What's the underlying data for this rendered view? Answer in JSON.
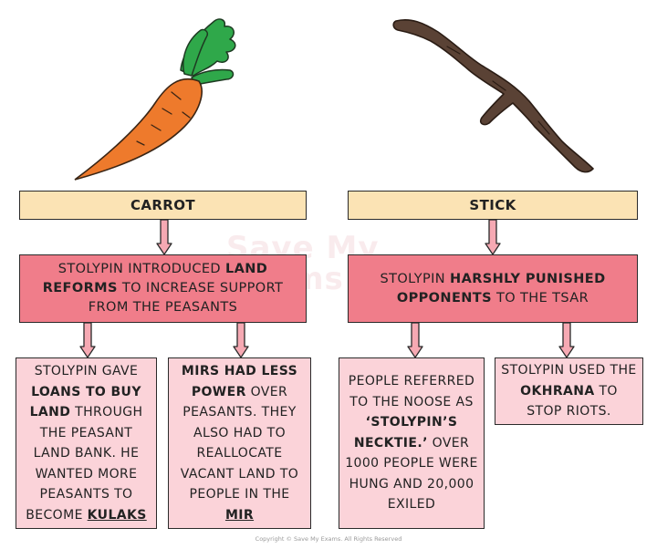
{
  "headers": {
    "left": "CARROT",
    "right": "STICK"
  },
  "carrot_main": {
    "p1": "STOLYPIN INTRODUCED ",
    "b1": "LAND REFORMS",
    "p2": " TO INCREASE SUPPORT FROM THE PEASANTS"
  },
  "stick_main": {
    "p1": "STOLYPIN ",
    "b1": "HARSHLY PUNISHED OPPONENTS",
    "p2": " TO THE TSAR"
  },
  "leaf1": {
    "p1": "STOLYPIN GAVE ",
    "b1": "LOANS TO BUY LAND",
    "p2": " THROUGH THE PEASANT LAND BANK. HE WANTED MORE PEASANTS TO BECOME ",
    "u1": "KULAKS"
  },
  "leaf2": {
    "b1": "MIRS HAD LESS POWER",
    "p1": " OVER PEASANTS. THEY ALSO HAD TO REALLOCATE VACANT LAND TO PEOPLE IN THE ",
    "u1": "MIR"
  },
  "leaf3": {
    "p1": "PEOPLE REFERRED TO THE NOOSE AS ",
    "b1": "‘STOLYPIN’S NECKTIE.’",
    "p2": " OVER 1000 PEOPLE WERE HUNG AND 20,000 EXILED"
  },
  "leaf4": {
    "p1": "STOLYPIN USED THE ",
    "b1": "OKHRANA",
    "p2": " TO STOP RIOTS."
  },
  "watermark": "Save My\nExams",
  "copyright": "Copyright © Save My Exams. All Rights Reserved",
  "colors": {
    "header_fill": "#fbe3b4",
    "mid_fill": "#f07d8a",
    "leaf_fill": "#fbd3d9",
    "arrow_fill": "#f6a9b3",
    "carrot": "#ee7a2c",
    "leaves": "#2fa84a",
    "stick": "#5a4235"
  },
  "icons": {
    "left": "carrot-icon",
    "right": "stick-icon"
  }
}
